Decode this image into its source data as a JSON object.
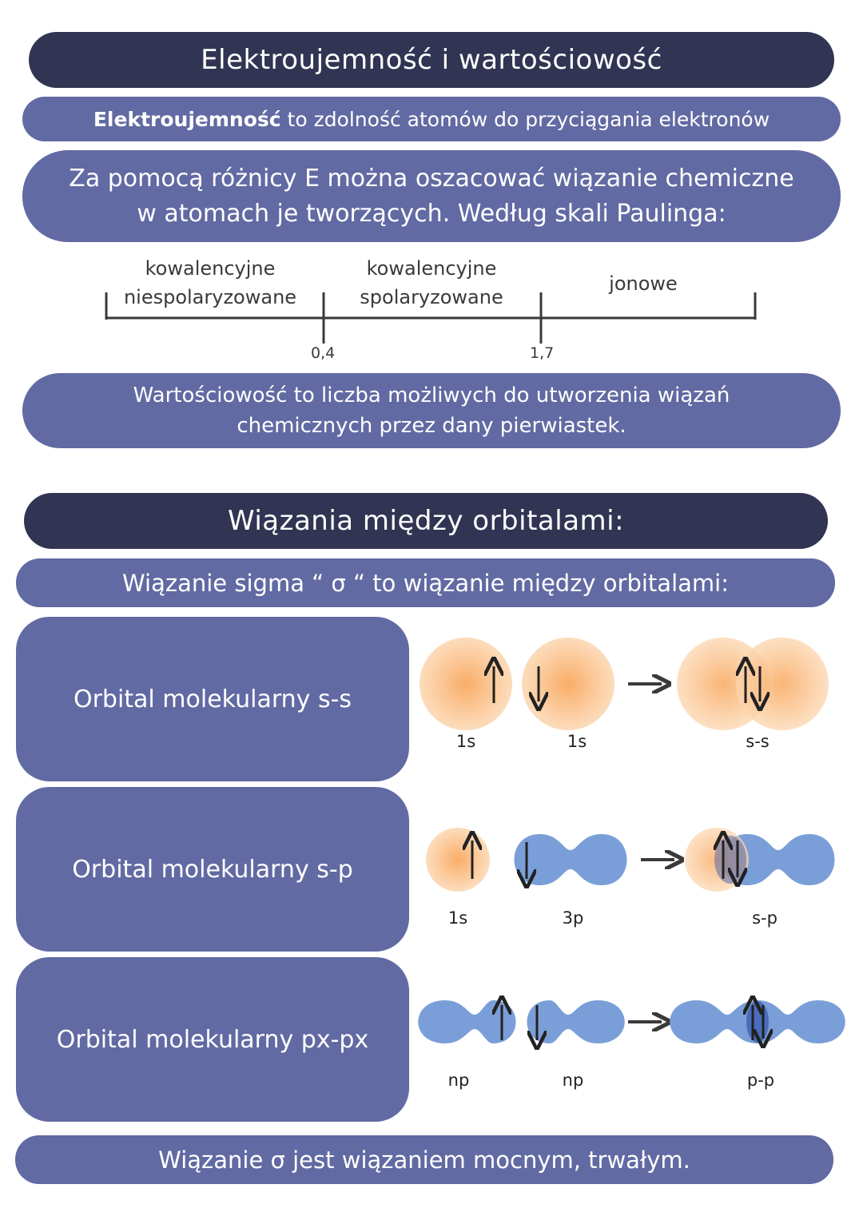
{
  "section1": {
    "title": "Elektroujemność i wartościowość",
    "definition_bold": "Elektroujemność",
    "definition_rest": " to zdolność atomów do przyciągania elektronów",
    "pauling_line1": "Za pomocą różnicy E można oszacować wiązanie chemiczne",
    "pauling_line2": "w atomach je tworzących. Według skali Paulinga:"
  },
  "scale": {
    "zone1_line1": "kowalencyjne",
    "zone1_line2": "niespolaryzowane",
    "zone2_line1": "kowalencyjne",
    "zone2_line2": "spolaryzowane",
    "zone3": "jonowe",
    "tick1": "0,4",
    "tick2": "1,7"
  },
  "valence": {
    "line1": "Wartościowość to liczba możliwych do utworzenia wiązań",
    "line2": "chemicznych przez dany pierwiastek."
  },
  "section2": {
    "title": "Wiązania między orbitalami:",
    "sigma": "Wiązanie sigma “ σ “ to wiązanie między orbitalami:",
    "footer": "Wiązanie σ jest wiązaniem mocnym, trwałym."
  },
  "orbitals": [
    {
      "label": "Orbital molekularny s-s",
      "a": "1s",
      "b": "1s",
      "result": "s-s"
    },
    {
      "label": "Orbital molekularny s-p",
      "a": "1s",
      "b": "3p",
      "result": "s-p"
    },
    {
      "label": "Orbital molekularny px-px",
      "a": "np",
      "b": "np",
      "result": "p-p"
    }
  ],
  "colors": {
    "dark_header": "#313452",
    "pill": "#626aa3",
    "s_orbital": "#f7b878",
    "p_orbital": "#7a9fd8"
  }
}
